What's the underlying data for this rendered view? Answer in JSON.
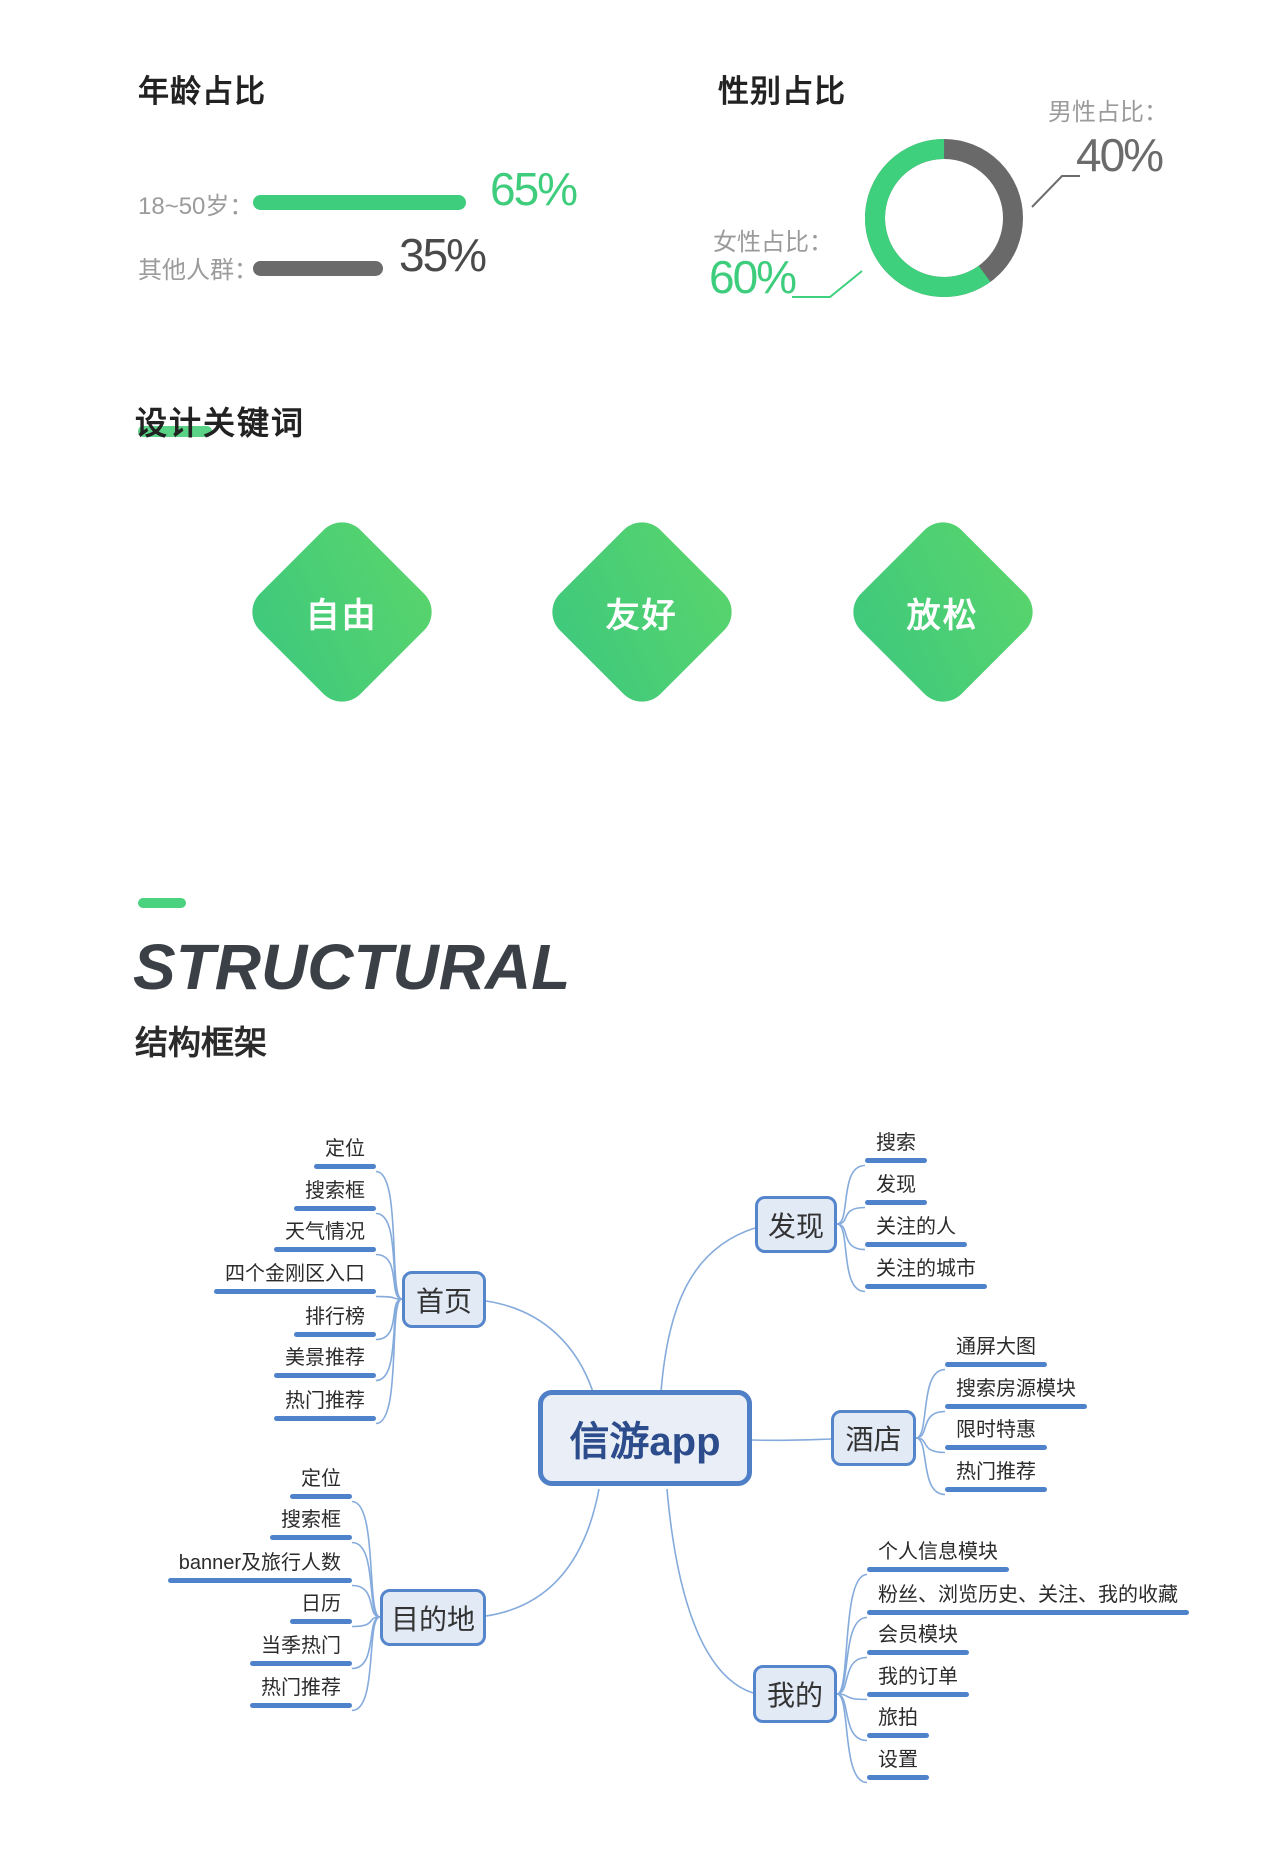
{
  "age_section": {
    "title": "年龄占比",
    "rows": [
      {
        "label": "18~50岁：",
        "value": "65%",
        "percent": 65,
        "color": "#3ecd7c",
        "value_color": "#3ecd7c"
      },
      {
        "label": "其他人群：",
        "value": "35%",
        "percent": 35,
        "color": "#6b6b6b",
        "value_color": "#4a4a4a"
      }
    ]
  },
  "gender_section": {
    "title": "性别占比",
    "male_label": "男性占比：",
    "male_value": "40%",
    "female_label": "女性占比：",
    "female_value": "60%",
    "male_percent": 40,
    "female_percent": 60,
    "male_color": "#696969",
    "female_color": "#3ed07c"
  },
  "keywords_section": {
    "title": "设计关键词",
    "keywords": [
      "自由",
      "友好",
      "放松"
    ]
  },
  "structure_section": {
    "title_en": "STRUCTURAL",
    "title_zh": "结构框架"
  },
  "mindmap": {
    "root": "信游app",
    "branches": [
      {
        "label": "首页",
        "side": "left",
        "children": [
          "定位",
          "搜索框",
          "天气情况",
          "四个金刚区入口",
          "排行榜",
          "美景推荐",
          "热门推荐"
        ]
      },
      {
        "label": "目的地",
        "side": "left",
        "children": [
          "定位",
          "搜索框",
          "banner及旅行人数",
          "日历",
          "当季热门",
          "热门推荐"
        ]
      },
      {
        "label": "发现",
        "side": "right",
        "children": [
          "搜索",
          "发现",
          "关注的人",
          "关注的城市"
        ]
      },
      {
        "label": "酒店",
        "side": "right",
        "children": [
          "通屏大图",
          "搜索房源模块",
          "限时特惠",
          "热门推荐"
        ]
      },
      {
        "label": "我的",
        "side": "right",
        "children": [
          "个人信息模块",
          "粉丝、浏览历史、关注、我的收藏",
          "会员模块",
          "我的订单",
          "旅拍",
          "设置"
        ]
      }
    ]
  },
  "chart_data": [
    {
      "type": "bar",
      "title": "年龄占比",
      "orientation": "horizontal",
      "categories": [
        "18~50岁",
        "其他人群"
      ],
      "values": [
        65,
        35
      ],
      "unit": "%",
      "colors": [
        "#3ecd7c",
        "#6b6b6b"
      ],
      "xlim": [
        0,
        100
      ]
    },
    {
      "type": "pie",
      "style": "donut",
      "title": "性别占比",
      "labels": [
        "女性占比",
        "男性占比"
      ],
      "values": [
        60,
        40
      ],
      "unit": "%",
      "colors": [
        "#3ed07c",
        "#696969"
      ],
      "start": "12-oclock",
      "male_clockwise": true
    }
  ]
}
